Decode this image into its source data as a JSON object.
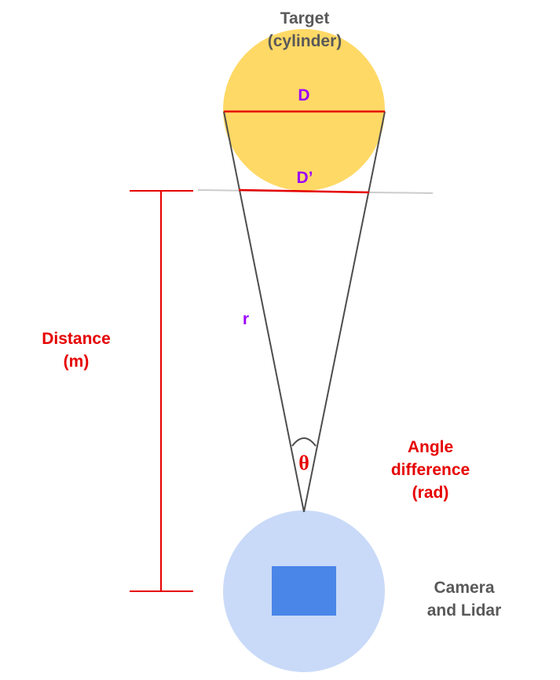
{
  "labels": {
    "target_line1": "Target",
    "target_line2": "(cylinder)",
    "diameter": "D",
    "diameter_prime": "D’",
    "range": "r",
    "distance_line1": "Distance",
    "distance_line2": "(m)",
    "theta": "θ",
    "angle_line1": "Angle",
    "angle_line2": "difference",
    "angle_line3": "(rad)",
    "sensor_line1": "Camera",
    "sensor_line2": "and Lidar"
  },
  "colors": {
    "target_fill": "#ffd966",
    "sensor_fill": "#c9daf8",
    "sensor_box": "#4a86e8",
    "measure_red": "#e60000",
    "variable_purple": "#9b00ff",
    "caption_grey": "#595959",
    "ray_dark": "#4d4d4d",
    "reference_line": "#cccccc"
  }
}
